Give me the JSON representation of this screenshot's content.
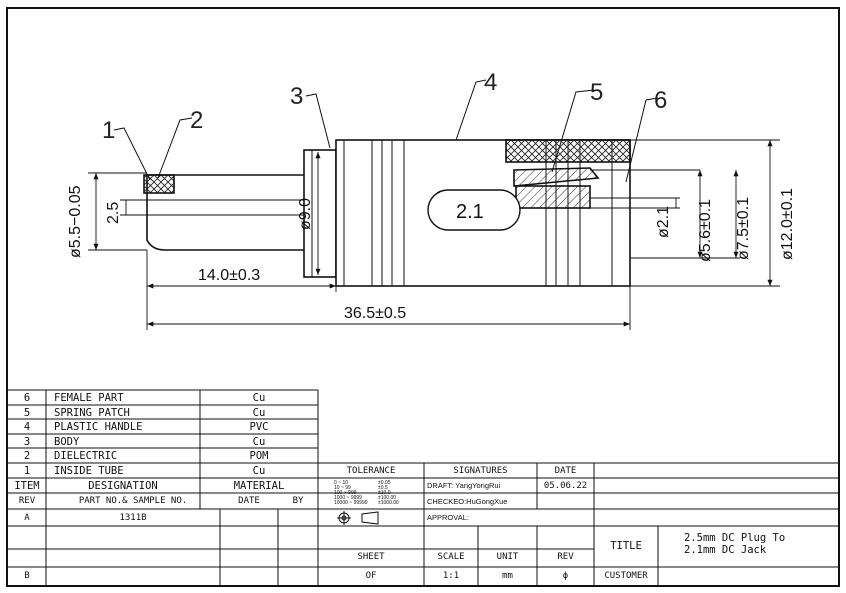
{
  "balloons": [
    "1",
    "2",
    "3",
    "4",
    "5",
    "6"
  ],
  "dims": {
    "d55": "ø5.5−0.05",
    "d25": "2.5",
    "d90": "ø9.0",
    "inner": "2.1",
    "d21": "ø2.1",
    "d56": "ø5.6±0.1",
    "d75": "ø7.5±0.1",
    "d120": "ø12.0±0.1",
    "l14": "14.0±0.3",
    "l365": "36.5±0.5"
  },
  "bom": {
    "rows": [
      {
        "item": "6",
        "designation": "FEMALE PART",
        "material": "Cu"
      },
      {
        "item": "5",
        "designation": "SPRING PATCH",
        "material": "Cu"
      },
      {
        "item": "4",
        "designation": "PLASTIC HANDLE",
        "material": "PVC"
      },
      {
        "item": "3",
        "designation": "BODY",
        "material": "Cu"
      },
      {
        "item": "2",
        "designation": "DIELECTRIC",
        "material": "POM"
      },
      {
        "item": "1",
        "designation": "INSIDE TUBE",
        "material": "Cu"
      }
    ],
    "header": {
      "item": "ITEM",
      "designation": "DESIGNATION",
      "material": "MATERIAL"
    }
  },
  "rev": {
    "header": {
      "rev": "REV",
      "part": "PART NO.& SAMPLE NO.",
      "date": "DATE",
      "by": "BY"
    },
    "rows": [
      {
        "rev": "A",
        "part": "1311B",
        "date": "",
        "by": ""
      },
      {
        "rev": "B",
        "part": "",
        "date": "",
        "by": ""
      }
    ]
  },
  "tolerance": {
    "label": "TOLERANCE",
    "ranges": [
      "0 ~ 10",
      "10 ~ 99",
      "100 ~ 999",
      "1000 ~ 9999",
      "10000 ~ 99999"
    ],
    "values": [
      "±0.05",
      "±0.5",
      "±10.0",
      "±100.00",
      "±1000.00"
    ]
  },
  "signatures": {
    "label": "SIGNATURES",
    "draft": "DRAFT: YangYongRui",
    "checked": "CHECKEO:HuGongXue",
    "approval": "APPROVAL:"
  },
  "date": {
    "label": "DATE",
    "value": "05.06.22"
  },
  "sheet": {
    "sheet_label": "SHEET",
    "sheet_value": "OF",
    "scale_label": "SCALE",
    "scale_value": "1:1",
    "unit_label": "UNIT",
    "unit_value": "mm",
    "rev_label": "REV",
    "rev_value": "ϕ"
  },
  "title": {
    "label": "TITLE",
    "value_line1": "2.5mm DC Plug To",
    "value_line2": "2.1mm DC Jack",
    "customer_label": "CUSTOMER",
    "customer_value": ""
  }
}
